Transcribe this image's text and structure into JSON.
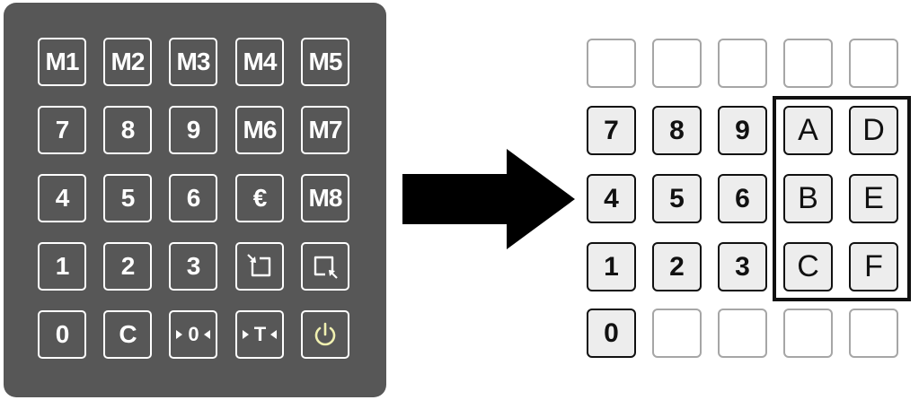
{
  "left_keypad": {
    "rows": [
      [
        {
          "label": "M1"
        },
        {
          "label": "M2"
        },
        {
          "label": "M3"
        },
        {
          "label": "M4"
        },
        {
          "label": "M5"
        }
      ],
      [
        {
          "label": "7"
        },
        {
          "label": "8"
        },
        {
          "label": "9"
        },
        {
          "label": "M6"
        },
        {
          "label": "M7"
        }
      ],
      [
        {
          "label": "4"
        },
        {
          "label": "5"
        },
        {
          "label": "6"
        },
        {
          "label": "€"
        },
        {
          "label": "M8"
        }
      ],
      [
        {
          "label": "1"
        },
        {
          "label": "2"
        },
        {
          "label": "3"
        },
        {
          "icon": "rotate-left-icon"
        },
        {
          "icon": "rotate-right-icon"
        }
      ],
      [
        {
          "label": "0"
        },
        {
          "label": "C"
        },
        {
          "icon": "zero-tare-icon",
          "label": "0"
        },
        {
          "icon": "tare-icon",
          "label": "T"
        },
        {
          "icon": "power-icon"
        }
      ]
    ]
  },
  "right_keypad": {
    "rows": [
      [
        {
          "kind": "empty"
        },
        {
          "kind": "empty"
        },
        {
          "kind": "empty"
        },
        {
          "kind": "empty"
        },
        {
          "kind": "empty"
        }
      ],
      [
        {
          "kind": "num",
          "label": "7"
        },
        {
          "kind": "num",
          "label": "8"
        },
        {
          "kind": "num",
          "label": "9"
        },
        {
          "kind": "hex",
          "label": "A"
        },
        {
          "kind": "hex",
          "label": "D"
        }
      ],
      [
        {
          "kind": "num",
          "label": "4"
        },
        {
          "kind": "num",
          "label": "5"
        },
        {
          "kind": "num",
          "label": "6"
        },
        {
          "kind": "hex",
          "label": "B"
        },
        {
          "kind": "hex",
          "label": "E"
        }
      ],
      [
        {
          "kind": "num",
          "label": "1"
        },
        {
          "kind": "num",
          "label": "2"
        },
        {
          "kind": "num",
          "label": "3"
        },
        {
          "kind": "hex",
          "label": "C"
        },
        {
          "kind": "hex",
          "label": "F"
        }
      ],
      [
        {
          "kind": "num",
          "label": "0"
        },
        {
          "kind": "empty"
        },
        {
          "kind": "empty"
        },
        {
          "kind": "empty"
        },
        {
          "kind": "empty"
        }
      ]
    ]
  },
  "colors": {
    "panel": "#575757",
    "key_border_light": "#ffffff",
    "key_border_dark": "#111111",
    "key_fill": "#ededed",
    "empty_border": "#a6a6a6",
    "power_icon": "#f0f0b0"
  },
  "arrow": {
    "icon": "right-arrow-icon"
  }
}
